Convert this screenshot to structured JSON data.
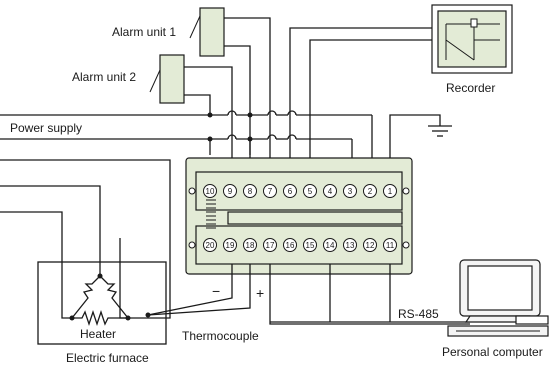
{
  "labels": {
    "alarm_unit_1": "Alarm unit 1",
    "alarm_unit_2": "Alarm unit 2",
    "recorder": "Recorder",
    "power_supply": "Power supply",
    "heater": "Heater",
    "electric_furnace": "Electric furnace",
    "thermocouple": "Thermocouple",
    "rs485": "RS-485",
    "personal_computer": "Personal computer",
    "minus": "−",
    "plus": "+"
  },
  "terminals": {
    "top_row": [
      "10",
      "9",
      "8",
      "7",
      "6",
      "5",
      "4",
      "3",
      "2",
      "1"
    ],
    "bottom_row": [
      "20",
      "19",
      "18",
      "17",
      "16",
      "15",
      "14",
      "13",
      "12",
      "11"
    ]
  },
  "colors": {
    "unit_fill": "#e3ebd6",
    "stroke": "#1a1a1a"
  }
}
